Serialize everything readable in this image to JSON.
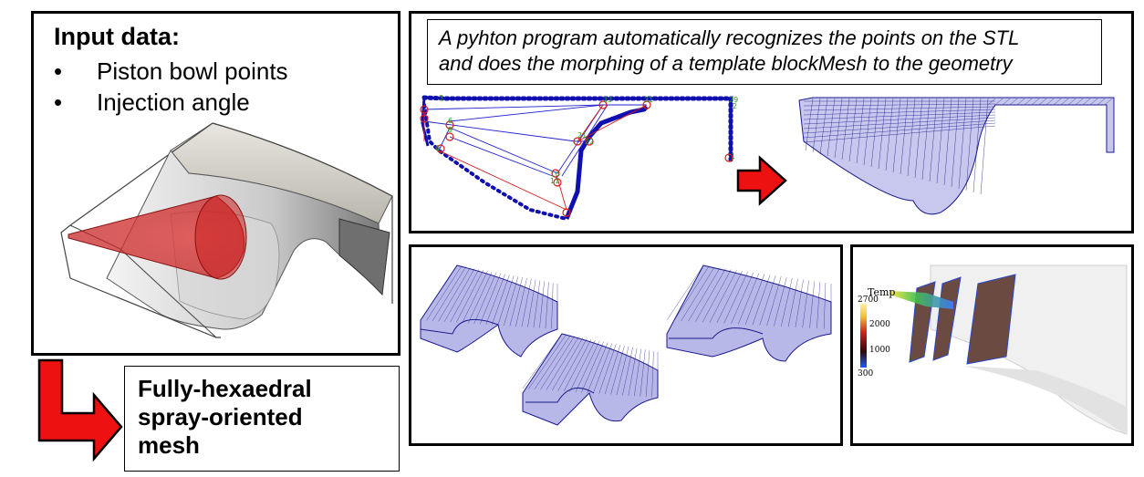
{
  "input_panel": {
    "heading": "Input data:",
    "bullets": [
      "Piston bowl points",
      "Injection angle"
    ],
    "bullet_symbol": "•"
  },
  "morph_panel": {
    "caption_line1": "A pyhton program automatically recognizes the points on the STL",
    "caption_line2": "and does the morphing of  a template blockMesh to the geometry",
    "point_labels": [
      "33",
      "31",
      "29",
      "22",
      "21",
      "16",
      "11",
      "9",
      "6",
      "3",
      "2",
      "1",
      "0"
    ]
  },
  "result_box": {
    "line1": "Fully-hexaedral",
    "line2": "spray-oriented",
    "line3": "mesh"
  },
  "temp_legend": {
    "title": "Temp",
    "ticks": [
      "2700",
      "2000",
      "1000",
      "300"
    ]
  },
  "colors": {
    "arrow_red": "#ee1111",
    "mesh_blue": "#1a1a8c",
    "spline_blue": "#1010b0",
    "point_red": "#d81e1e",
    "label_green": "#2a9a2a"
  }
}
